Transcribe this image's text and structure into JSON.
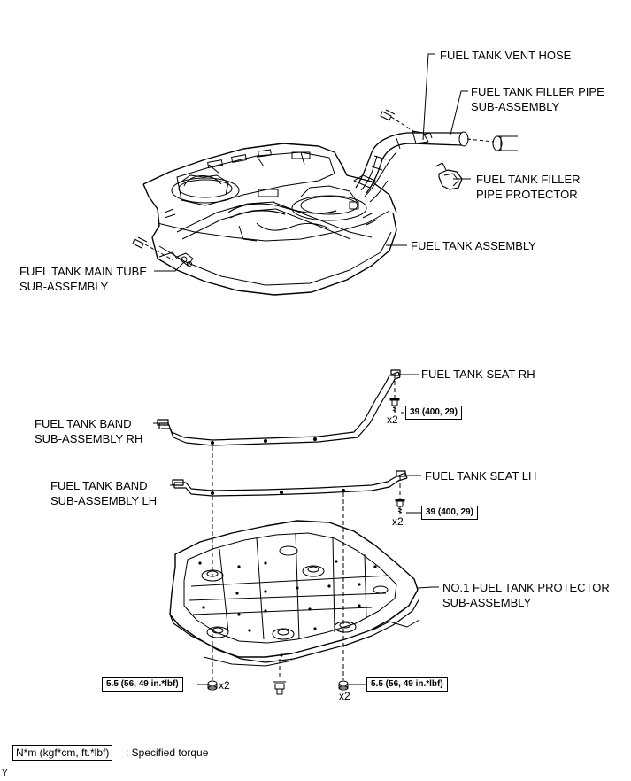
{
  "labels": {
    "vent_hose": "FUEL TANK VENT HOSE",
    "filler_pipe_1": "FUEL TANK FILLER PIPE",
    "filler_pipe_2": "SUB-ASSEMBLY",
    "filler_protector_1": "FUEL TANK FILLER",
    "filler_protector_2": "PIPE PROTECTOR",
    "tank_assembly": "FUEL TANK ASSEMBLY",
    "main_tube_1": "FUEL TANK MAIN TUBE",
    "main_tube_2": "SUB-ASSEMBLY",
    "seat_rh": "FUEL TANK SEAT RH",
    "band_rh_1": "FUEL TANK BAND",
    "band_rh_2": "SUB-ASSEMBLY RH",
    "seat_lh": "FUEL TANK SEAT LH",
    "band_lh_1": "FUEL TANK BAND",
    "band_lh_2": "SUB-ASSEMBLY LH",
    "protector_1": "NO.1 FUEL TANK PROTECTOR",
    "protector_2": "SUB-ASSEMBLY"
  },
  "torques": {
    "seat_rh": "39 (400, 29)",
    "seat_lh": "39 (400, 29)",
    "nut_left": "5.5 (56, 49 in.*lbf)",
    "nut_right": "5.5 (56, 49 in.*lbf)"
  },
  "quantities": {
    "seat_rh": "x2",
    "seat_lh": "x2",
    "nut_left": "x2",
    "nut_right": "x2"
  },
  "legend": {
    "unit": "N*m (kgf*cm, ft.*lbf)",
    "text": ": Specified torque"
  },
  "corner_code": "Y"
}
